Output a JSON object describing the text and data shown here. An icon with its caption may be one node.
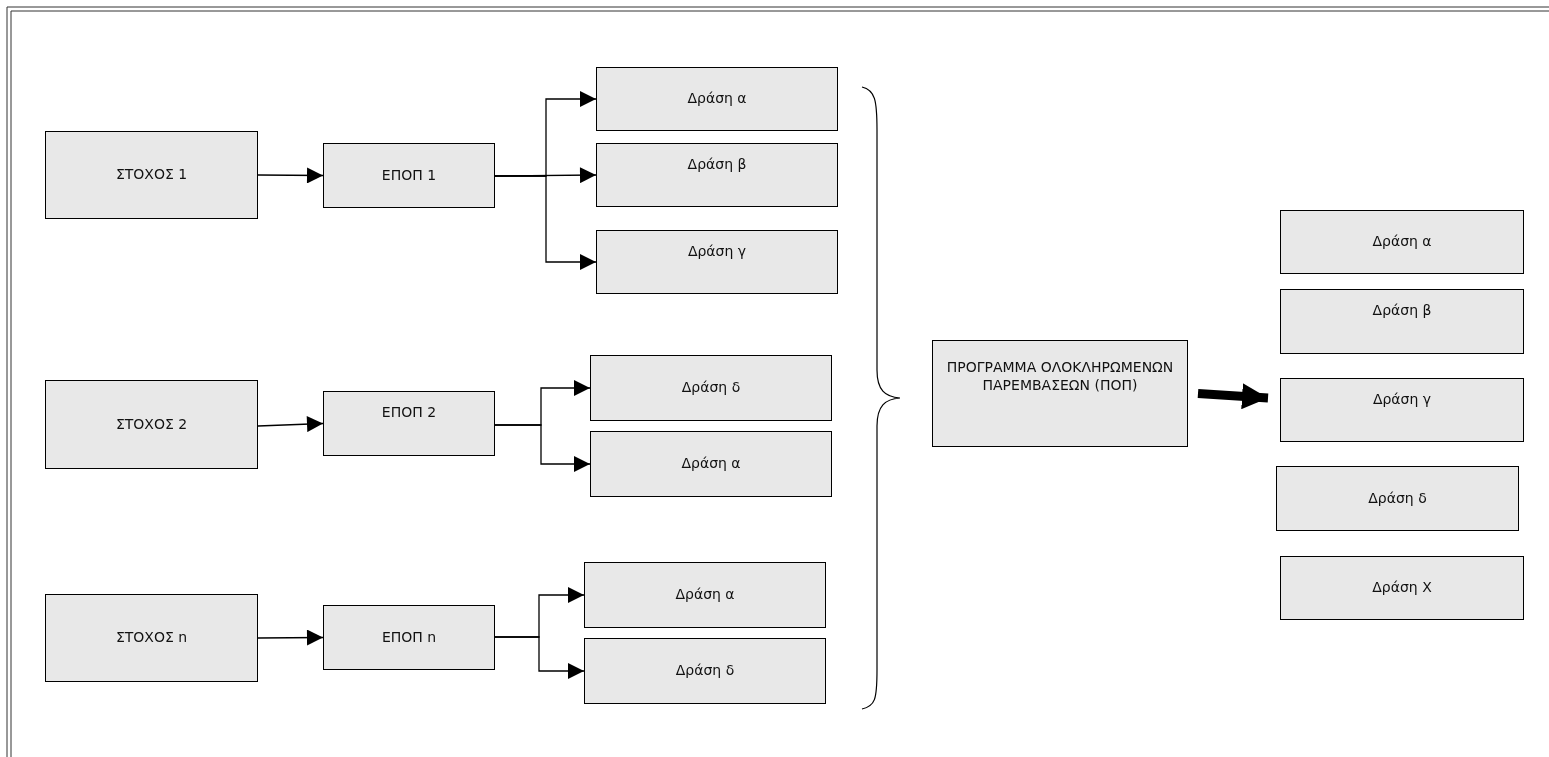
{
  "diagram": {
    "nodes": [
      {
        "text": [
          "ΣΤΟΧΟΣ 1"
        ]
      },
      {
        "text": [
          "ΕΠΟΠ 1"
        ]
      },
      {
        "text": [
          "Δράση α"
        ]
      },
      {
        "text": [
          "Δράση β"
        ]
      },
      {
        "text": [
          "Δράση γ"
        ]
      },
      {
        "text": [
          "ΣΤΟΧΟΣ 2"
        ]
      },
      {
        "text": [
          "ΕΠΟΠ 2"
        ]
      },
      {
        "text": [
          "Δράση δ"
        ]
      },
      {
        "text": [
          "Δράση α"
        ]
      },
      {
        "text": [
          "ΣΤΟΧΟΣ n"
        ]
      },
      {
        "text": [
          "ΕΠΟΠ n"
        ]
      },
      {
        "text": [
          "Δράση α"
        ]
      },
      {
        "text": [
          "Δράση δ"
        ]
      },
      {
        "text": [
          "ΠΡΟΓΡΑΜΜΑ ΟΛΟΚΛΗΡΩΜΕΝΩΝ ΠΑΡΕΜΒΑΣΕΩΝ (ΠΟΠ)"
        ]
      },
      {
        "text": [
          "Δράση α"
        ]
      },
      {
        "text": [
          "Δράση β"
        ]
      },
      {
        "text": [
          "Δράση γ"
        ]
      },
      {
        "text": [
          "Δράση δ"
        ]
      },
      {
        "text": [
          "Δράση Χ"
        ]
      }
    ],
    "edges": [
      {
        "from": 0,
        "to": 1,
        "arrow": "to"
      },
      {
        "from": 1,
        "to": 2,
        "arrow": "to"
      },
      {
        "from": 1,
        "to": 3,
        "arrow": "to"
      },
      {
        "from": 1,
        "to": 4,
        "arrow": "to"
      },
      {
        "from": 5,
        "to": 6,
        "arrow": "to"
      },
      {
        "from": 6,
        "to": 7,
        "arrow": "to"
      },
      {
        "from": 6,
        "to": 8,
        "arrow": "to"
      },
      {
        "from": 9,
        "to": 10,
        "arrow": "to"
      },
      {
        "from": 10,
        "to": 11,
        "arrow": "to"
      },
      {
        "from": 10,
        "to": 12,
        "arrow": "to"
      },
      {
        "from": 13,
        "to": 16,
        "arrow": "to",
        "style": "thick"
      }
    ]
  }
}
